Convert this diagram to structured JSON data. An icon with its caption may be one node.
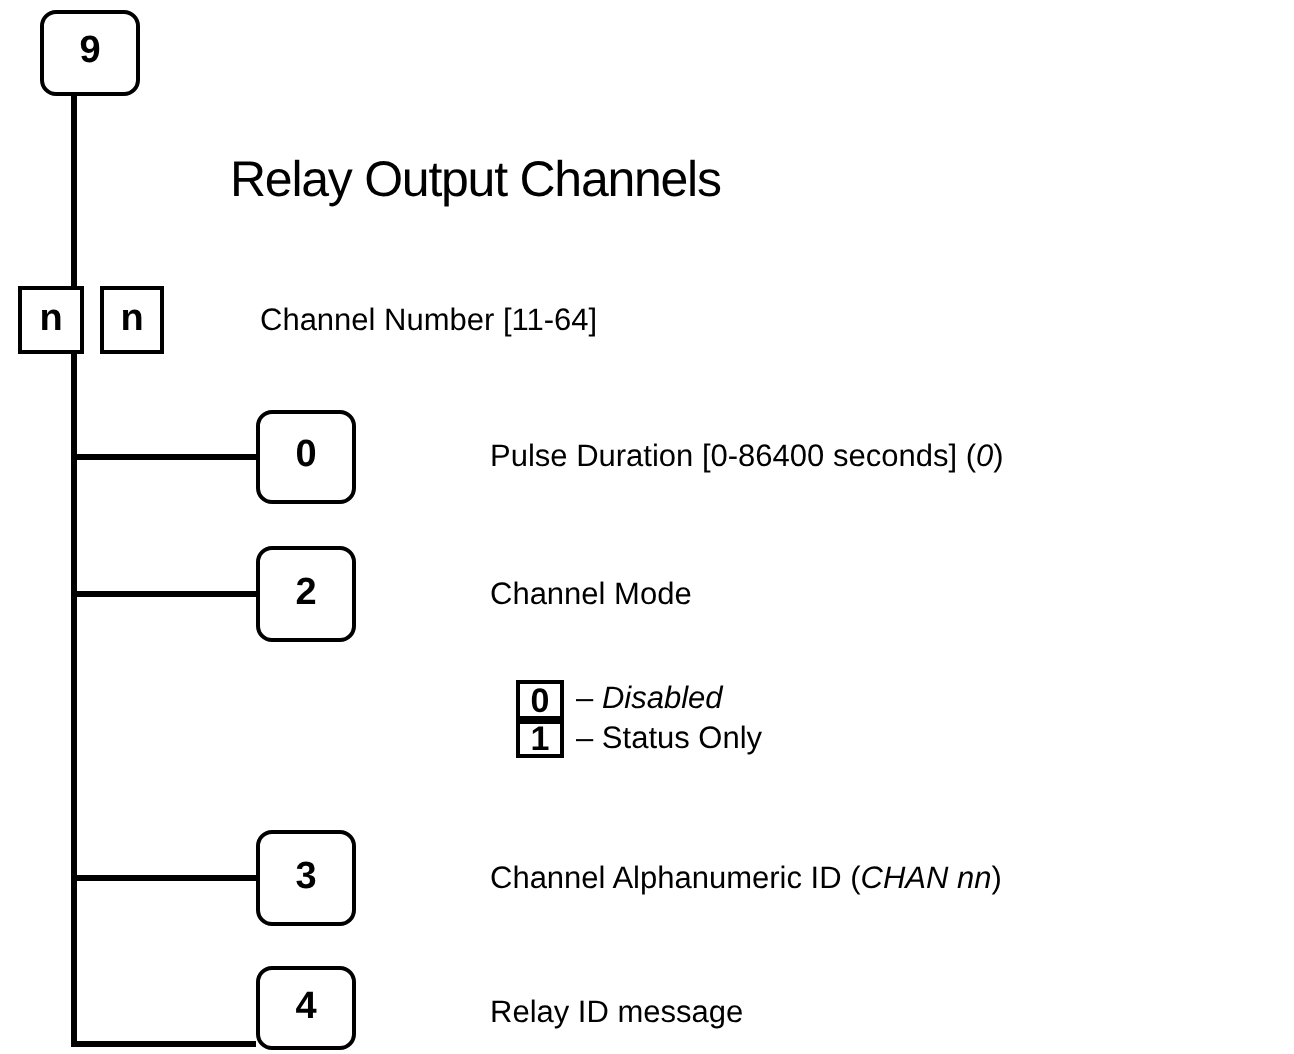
{
  "diagram": {
    "title": "Relay Output Channels",
    "nodes": [
      {
        "text": [
          "9"
        ]
      },
      {
        "text": [
          "n"
        ]
      },
      {
        "text": [
          "n"
        ],
        "beside": [
          "Channel Number [11-64]"
        ]
      },
      {
        "text": [
          "0"
        ]
      },
      {
        "text": [
          "2"
        ]
      },
      {
        "text": [
          "0"
        ],
        "beside": [
          "– *Disabled*"
        ]
      },
      {
        "text": [
          "1"
        ],
        "beside": [
          "– Status Only"
        ]
      },
      {
        "text": [
          "3"
        ]
      },
      {
        "text": [
          "4"
        ]
      }
    ],
    "edges": [
      {
        "from": 0,
        "to": 1,
        "arrow": "none"
      },
      {
        "from": 1,
        "to": 3,
        "arrow": "none"
      },
      {
        "from": 1,
        "to": 4,
        "arrow": "none"
      },
      {
        "from": 1,
        "to": 7,
        "arrow": "none"
      },
      {
        "from": 1,
        "to": 8,
        "arrow": "none"
      }
    ],
    "labels": [
      "Pulse Duration [0-86400 seconds] (*0*)",
      "Channel Mode",
      "Channel Alphanumeric ID (*CHAN nn*)",
      "Relay ID message"
    ]
  }
}
